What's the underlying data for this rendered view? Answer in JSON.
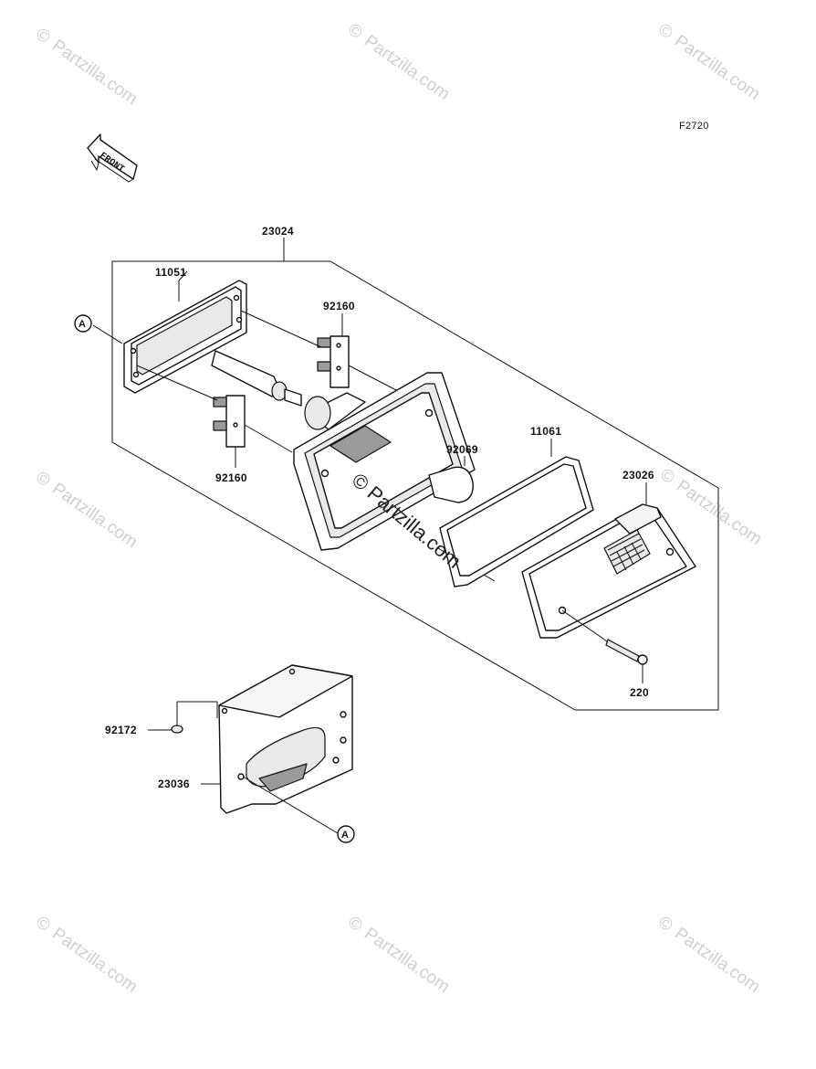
{
  "diagram": {
    "code": "F2720",
    "front_label": "FRONT",
    "watermark_text": "Partzilla.com",
    "watermark_symbol": "©",
    "callouts": {
      "housing_assembly": "23024",
      "bracket_plate": "11051",
      "socket_upper": "92160",
      "socket_lower": "92160",
      "gasket": "11061",
      "bulb": "92069",
      "lens": "23026",
      "screw": "220",
      "bolt": "92172",
      "mount_bracket": "23036",
      "ref_a_top": "A",
      "ref_a_bottom": "A"
    }
  }
}
